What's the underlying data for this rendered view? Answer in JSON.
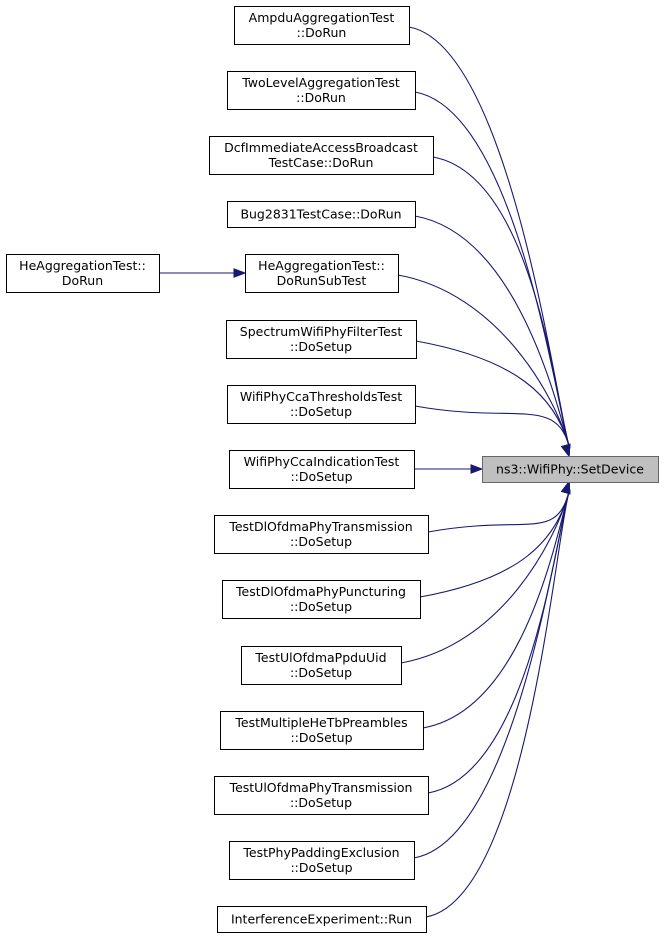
{
  "graph": {
    "target": {
      "id": "target",
      "lines": [
        "ns3::WifiPhy::SetDevice"
      ]
    },
    "callers": [
      {
        "id": "ampdu",
        "lines": [
          "AmpduAggregationTest",
          "::DoRun"
        ]
      },
      {
        "id": "twolevel",
        "lines": [
          "TwoLevelAggregationTest",
          "::DoRun"
        ]
      },
      {
        "id": "dcf",
        "lines": [
          "DcfImmediateAccessBroadcast",
          "TestCase::DoRun"
        ]
      },
      {
        "id": "bug2831",
        "lines": [
          "Bug2831TestCase::DoRun"
        ]
      },
      {
        "id": "hesub",
        "lines": [
          "HeAggregationTest::",
          "DoRunSubTest"
        ]
      },
      {
        "id": "spectrum",
        "lines": [
          "SpectrumWifiPhyFilterTest",
          "::DoSetup"
        ]
      },
      {
        "id": "ccathresh",
        "lines": [
          "WifiPhyCcaThresholdsTest",
          "::DoSetup"
        ]
      },
      {
        "id": "ccaind",
        "lines": [
          "WifiPhyCcaIndicationTest",
          "::DoSetup"
        ]
      },
      {
        "id": "dltx",
        "lines": [
          "TestDlOfdmaPhyTransmission",
          "::DoSetup"
        ]
      },
      {
        "id": "dlpunct",
        "lines": [
          "TestDlOfdmaPhyPuncturing",
          "::DoSetup"
        ]
      },
      {
        "id": "ulppdu",
        "lines": [
          "TestUlOfdmaPpduUid",
          "::DoSetup"
        ]
      },
      {
        "id": "multihe",
        "lines": [
          "TestMultipleHeTbPreambles",
          "::DoSetup"
        ]
      },
      {
        "id": "ultx",
        "lines": [
          "TestUlOfdmaPhyTransmission",
          "::DoSetup"
        ]
      },
      {
        "id": "padding",
        "lines": [
          "TestPhyPaddingExclusion",
          "::DoSetup"
        ]
      },
      {
        "id": "interf",
        "lines": [
          "InterferenceExperiment::Run"
        ]
      }
    ],
    "secondary_callers": [
      {
        "id": "herun",
        "lines": [
          "HeAggregationTest::",
          "DoRun"
        ],
        "calls": "hesub"
      }
    ]
  }
}
